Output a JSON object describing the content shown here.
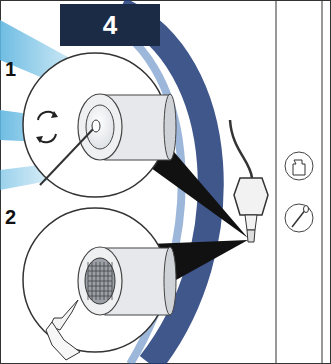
{
  "diagram": {
    "nodes": [
      {
        "text": [
          "4"
        ]
      }
    ],
    "labels": [
      "1",
      "2"
    ]
  }
}
